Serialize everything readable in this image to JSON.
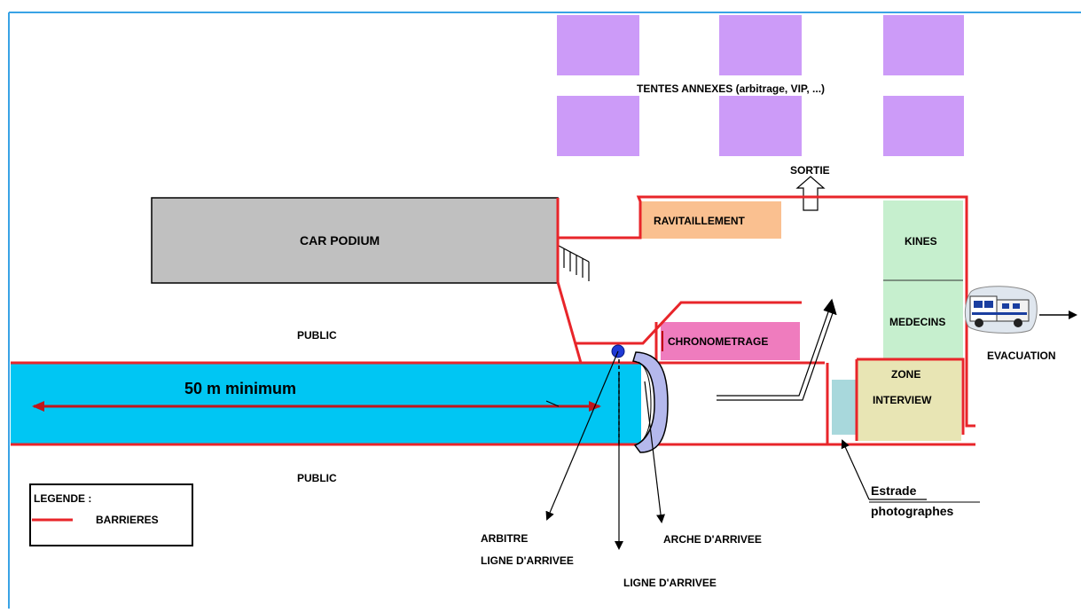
{
  "diagram": {
    "tents_label": "TENTES ANNEXES (arbitrage, VIP, ...)",
    "exit_label": "SORTIE",
    "car_podium_label": "CAR PODIUM",
    "ravitaillement_label": "RAVITAILLEMENT",
    "kines_label": "KINES",
    "medecins_label": "MEDECINS",
    "chronometrage_label": "CHRONOMETRAGE",
    "zone_interview_line1": "ZONE",
    "zone_interview_line2": "INTERVIEW",
    "public_top_label": "PUBLIC",
    "public_bottom_label": "PUBLIC",
    "distance_label": "50 m minimum",
    "evacuation_label": "EVACUATION",
    "estrade_line1": "Estrade",
    "estrade_line2": "photographes",
    "arbitre_label": "ARBITRE",
    "ligne_arrivee_label_1": "LIGNE D'ARRIVEE",
    "ligne_arrivee_label_2": "LIGNE D'ARRIVEE",
    "arche_label": "ARCHE D'ARRIVEE"
  },
  "legend": {
    "title": "LEGENDE :",
    "barrier_label": "BARRIERES"
  },
  "colors": {
    "barrier": "#e8252a",
    "track": "#00c6f3",
    "tent": "#cc9bf8",
    "podium": "#c0c0c0",
    "ravitaillement": "#fac090",
    "medical": "#c6efce",
    "chronometrage": "#ef7cbe",
    "interview": "#e8e5b4",
    "estrade": "#a8d8dc",
    "frame": "#39a3e5"
  }
}
